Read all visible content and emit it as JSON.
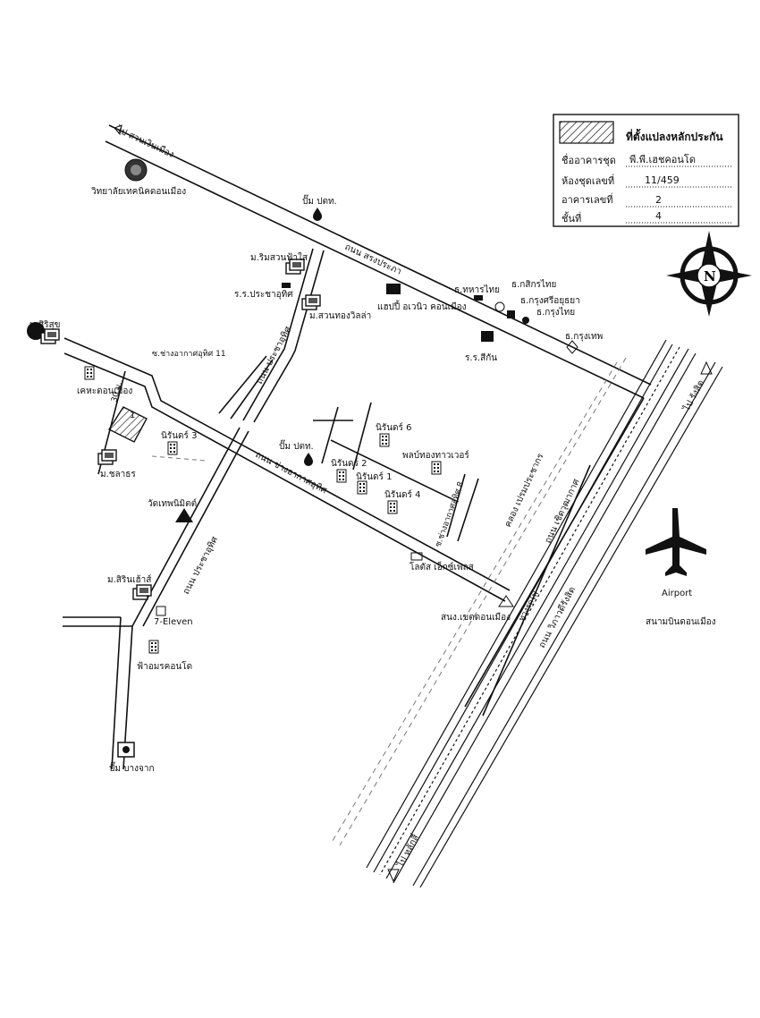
{
  "legend": {
    "title": "ที่ตั้งแปลงหลักประกัน",
    "rows": [
      {
        "label": "ชื่ออาคารชุด",
        "value": "พี.พี.เฮชคอนโด"
      },
      {
        "label": "ห้องชุดเลขที่",
        "value": "11/459"
      },
      {
        "label": "อาคารเลขที่",
        "value": "2"
      },
      {
        "label": "ชั้นที่",
        "value": "4"
      }
    ]
  },
  "compass": {
    "letter": "N"
  },
  "airport": {
    "icon": "airplane-icon",
    "label_en": "Airport",
    "label_th": "สนามบินดอนเมือง"
  },
  "roads": {
    "to_suan_ngoen": "ไป สวนเงินเมือง",
    "songprapa": "ถนน สรงประภา",
    "prachauthit": "ถนน ประชาอุทิศ",
    "prachauthit_2": "ถนน ประชาอุทิศ",
    "chang_akat": "ถนน ช่างอากาศอุทิศ",
    "soi_chang_akat_11": "ซ.ช่างอากาศอุทิศ 11",
    "soi_chang_akat_8": "ซ.ช่างอากาศอุทิศ 8",
    "soi_30m": "30 ม.",
    "klong_prem": "คลอง เปรมประชากร",
    "rail": "ทางรถไฟ",
    "chet_chuan": "ถนน เชิดวุฒากาศ",
    "viphavadi": "ถนน วิภาวดีรังสิต",
    "to_rangsit": "ไป รังสิต",
    "to_laksi": "ไป หลักสี่"
  },
  "places": [
    {
      "name": "วิทยาลัยเทคนิคดอนเมือง",
      "icon": "college-icon"
    },
    {
      "name": "ปั๊ม ปตท.",
      "icon": "gas-drop-icon"
    },
    {
      "name": "ม.ริมสวนฟ้าใส",
      "icon": "housing-icon"
    },
    {
      "name": "ร.ร.ประชาอุทิศ",
      "icon": "school-flag-icon"
    },
    {
      "name": "ม.สวนทองวิลล่า",
      "icon": "housing-icon"
    },
    {
      "name": "แฮปปี้ อเวนิว คอนเมือง",
      "icon": "store-icon"
    },
    {
      "name": "ธ.ทหารไทย",
      "icon": "bank-icon"
    },
    {
      "name": "ธ.กสิกรไทย",
      "icon": "bank-icon"
    },
    {
      "name": "ธ.กรุงศรีอยุธยา",
      "icon": "bank-icon"
    },
    {
      "name": "ธ.กรุงไทย",
      "icon": "bank-icon"
    },
    {
      "name": "ธ.กรุงเทพ",
      "icon": "bank-icon"
    },
    {
      "name": "ร.ร.สีกัน",
      "icon": "school-flag-icon"
    },
    {
      "name": "ม.ศิริสุข",
      "icon": "housing-icon"
    },
    {
      "name": "เคหะดอนเมือง",
      "icon": "building-icon"
    },
    {
      "name": "ม.ชลาธร",
      "icon": "housing-icon"
    },
    {
      "name": "นิรันดร์ 3",
      "icon": "building-icon"
    },
    {
      "name": "ปั๊ม ปตท.",
      "icon": "gas-drop-icon"
    },
    {
      "name": "นิรันดร์ 6",
      "icon": "building-icon"
    },
    {
      "name": "พลบ์ทองทาวเวอร์",
      "icon": "building-icon"
    },
    {
      "name": "นิรันดร์ 2",
      "icon": "building-icon"
    },
    {
      "name": "นิรันดร์ 1",
      "icon": "building-icon"
    },
    {
      "name": "นิรันดร์ 4",
      "icon": "building-icon"
    },
    {
      "name": "วัดเทพนิมิตต์",
      "icon": "temple-icon"
    },
    {
      "name": "โลตัส เอ็กซ์เพลส",
      "icon": "store-icon"
    },
    {
      "name": "สนง.เขตดอนเมือง",
      "icon": "office-icon"
    },
    {
      "name": "ม.สิรินเฮ้าส์",
      "icon": "housing-icon"
    },
    {
      "name": "7-Eleven",
      "icon": "store-icon"
    },
    {
      "name": "ฟ้าอมรคอนโด",
      "icon": "building-icon"
    },
    {
      "name": "ปั๊ม บางจาก",
      "icon": "gas-station-icon"
    }
  ],
  "target_marker": {
    "label": "1"
  }
}
